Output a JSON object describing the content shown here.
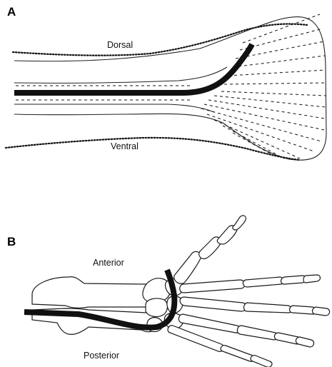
{
  "panel_a": {
    "letter": "A",
    "label_dorsal": "Dorsal",
    "label_ventral": "Ventral"
  },
  "panel_b": {
    "letter": "B",
    "label_anterior": "Anterior",
    "label_posterior": "Posterior"
  }
}
